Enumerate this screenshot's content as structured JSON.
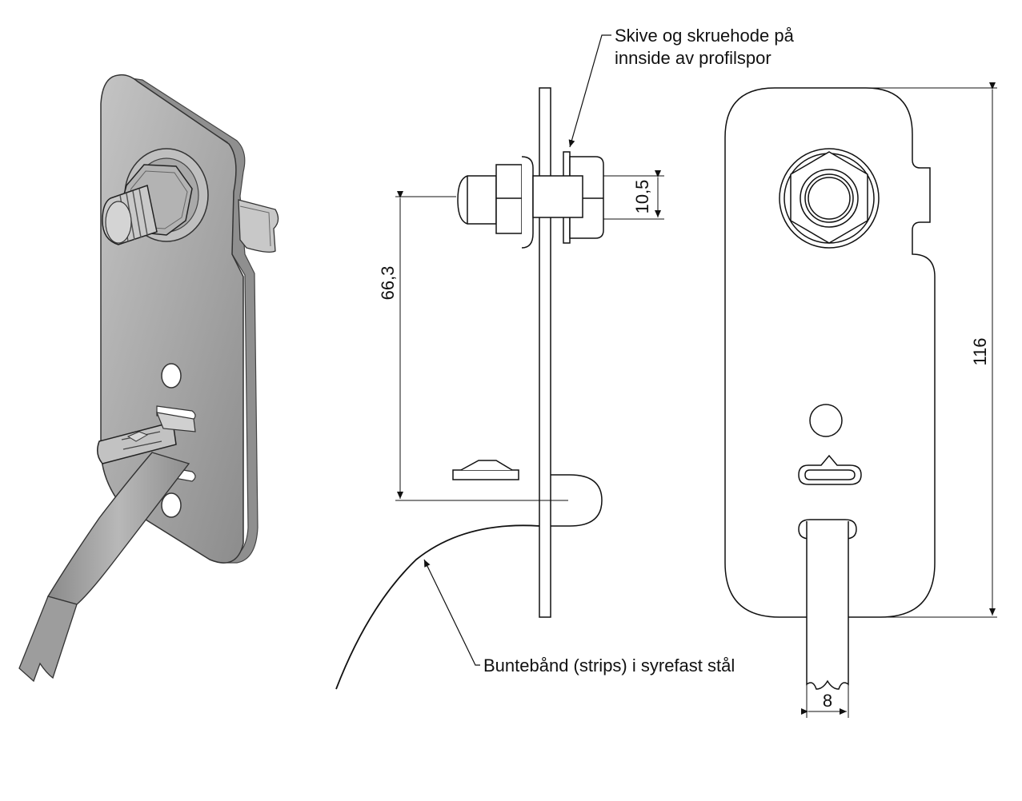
{
  "annotations": {
    "washer_line1": "Skive og skruehode på",
    "washer_line2": "innside av profilspor",
    "strap": "Buntebånd (strips) i syrefast stål"
  },
  "dimensions": {
    "bolt_height": "10,5",
    "bolt_to_strap": "66,3",
    "total_height": "116",
    "strap_width": "8"
  }
}
